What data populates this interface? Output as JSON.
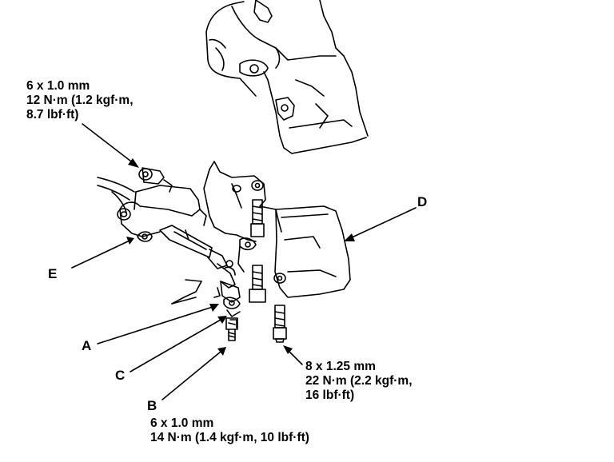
{
  "callouts": {
    "a": "A",
    "b": "B",
    "c": "C",
    "d": "D",
    "e": "E"
  },
  "specs": {
    "upper_left": [
      "6 x 1.0 mm",
      "12 N·m (1.2 kgf·m,",
      "8.7 lbf·ft)"
    ],
    "lower_right": [
      "8 x 1.25 mm",
      "22 N·m (2.2 kgf·m,",
      "16 lbf·ft)"
    ],
    "bottom_b": [
      "6 x 1.0 mm",
      "14 N·m (1.4 kgf·m, 10 lbf·ft)"
    ]
  },
  "colors": {
    "ink": "#000000",
    "paper": "#ffffff"
  }
}
